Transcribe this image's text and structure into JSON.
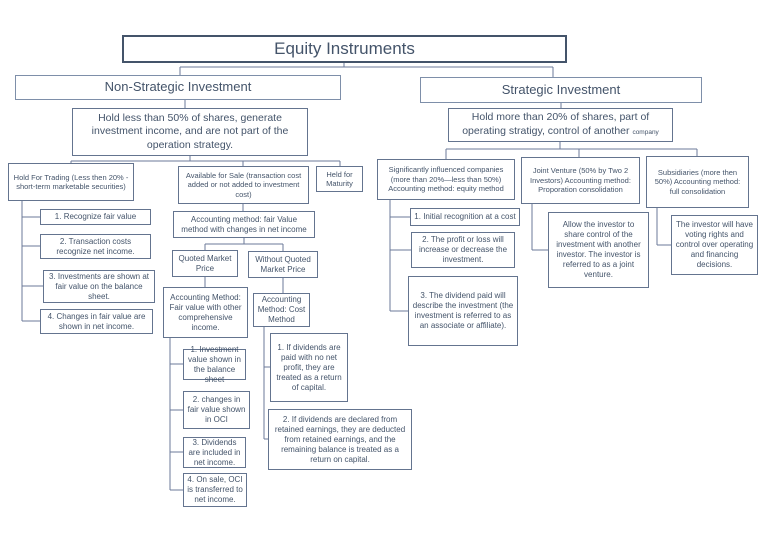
{
  "colors": {
    "text": "#44546a",
    "box_border": "#64748f",
    "title_border": "#44546a",
    "connector": "#6b7a99"
  },
  "title": "Equity Instruments",
  "non_strategic": {
    "label": "Non-Strategic Investment",
    "description": "Hold less than 50% of shares, generate investment income, and are not part of the operation strategy.",
    "hold_for_trading": {
      "label": "Hold For Trading (Less then 20% -short-term marketable securities)",
      "items": [
        "1. Recognize fair value",
        "2. Transaction costs recognize net income.",
        "3. Investments are shown at fair value on the balance sheet.",
        "4. Changes in fair value are shown in net income."
      ]
    },
    "available_for_sale": {
      "label": "Available for Sale (transaction cost added or not added to investment cost)",
      "method": "Accounting method: fair Value method with changes in net income",
      "quoted": {
        "label": "Quoted Market Price",
        "method": "Accounting Method: Fair value with other comprehensive income.",
        "items": [
          "1. Investment value shown in the balance sheet",
          "2. changes in fair value shown in OCI",
          "3. Dividends are included in net income.",
          "4. On sale, OCI is transferred to net income."
        ]
      },
      "without_quoted": {
        "label": "Without Quoted Market Price",
        "method": "Accounting Method: Cost Method",
        "items": [
          "1. If dividends are paid with no net profit, they are treated as a return of capital.",
          "2. If dividends are declared from retained earnings, they are deducted from retained earnings, and the remaining balance is treated as a return on capital."
        ]
      }
    },
    "held_for_maturity": {
      "label": "Held for Maturity"
    }
  },
  "strategic": {
    "label": "Strategic Investment",
    "description": "Hold more than 20% of shares, part of operating stratigy, control of another",
    "description_suffix": "company",
    "significantly_influenced": {
      "label": "Significantly influenced companies (more than 20%—less than 50%) Accounting method: equity method",
      "items": [
        "1. Initial recognition at a cost",
        "2. The profit or loss will increase or decrease the investment.",
        "3. The dividend paid will describe the investment (the investment is referred to as an associate or affiliate)."
      ]
    },
    "joint_venture": {
      "label": "Joint Venture (50% by Two 2 Investors) Accounting method: Proporation consolidation",
      "description": "Allow the investor to share control of the investment with another investor. The investor is referred to as a joint venture."
    },
    "subsidiaries": {
      "label": "Subsidiaries (more then 50%) Accounting method: full consolidation",
      "description": "The investor will have voting rights and control over operating and financing decisions."
    }
  }
}
